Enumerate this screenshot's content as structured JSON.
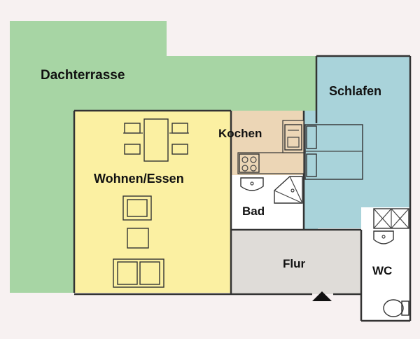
{
  "rooms": {
    "terrace": "Dachterrasse",
    "bedroom": "Schlafen",
    "kitchen": "Kochen",
    "living": "Wohnen/Essen",
    "bath": "Bad",
    "hall": "Flur",
    "wc": "WC"
  },
  "colors": {
    "terrace": "#a7d5a4",
    "bedroom": "#a9d3da",
    "kitchen": "#ecd6b6",
    "living": "#fbf0a2",
    "hall": "#dfdcd8",
    "bath": "#ffffff",
    "wc": "#ffffff",
    "background": "#f7f1f1"
  },
  "icons": [
    "entrance-arrow-icon",
    "toilet-icon",
    "sink-icon",
    "stove-icon",
    "shower-icon"
  ]
}
